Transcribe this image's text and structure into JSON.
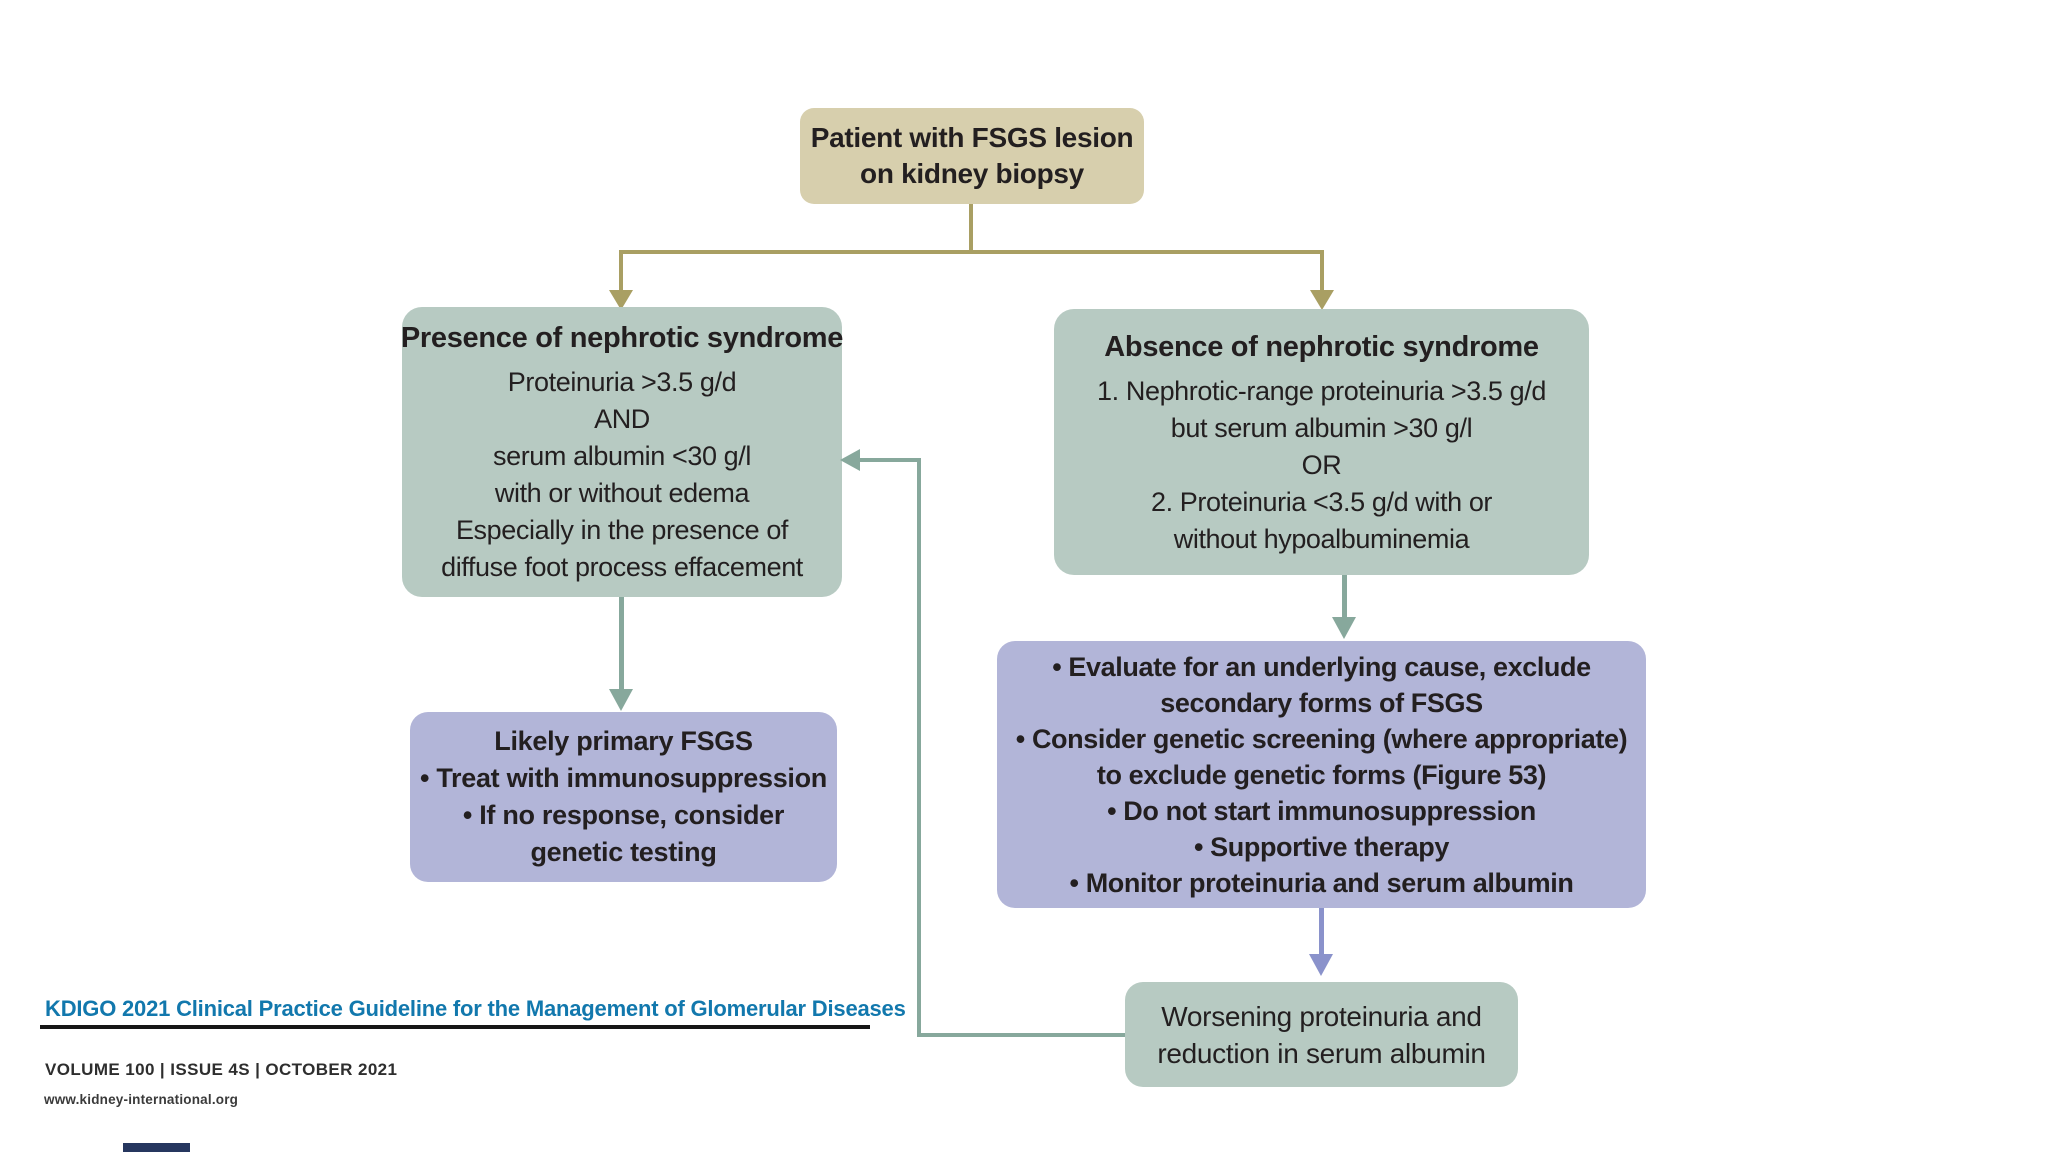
{
  "colors": {
    "background": "#ffffff",
    "root_box_fill": "#d7cfad",
    "decision_box_fill": "#b7cac2",
    "action_box_fill": "#b2b5d8",
    "tan_connector": "#a99f63",
    "teal_connector": "#87a89c",
    "purple_connector": "#8a92cb",
    "text": "#231f20",
    "footer_title_blue": "#1278ad"
  },
  "flowchart": {
    "root": {
      "lines": [
        "Patient with FSGS lesion",
        "on kidney biopsy"
      ]
    },
    "presence": {
      "title": "Presence of nephrotic syndrome",
      "lines": [
        "Proteinuria >3.5 g/d",
        "AND",
        "serum albumin <30 g/l",
        "with or without edema",
        "Especially in the presence of",
        "diffuse foot process effacement"
      ]
    },
    "absence": {
      "title": "Absence of nephrotic syndrome",
      "lines": [
        "1. Nephrotic-range proteinuria >3.5 g/d",
        "but serum albumin >30 g/l",
        "OR",
        "2. Proteinuria <3.5 g/d with or",
        "without hypoalbuminemia"
      ]
    },
    "primary": {
      "lines": [
        "Likely primary FSGS",
        "• Treat with immunosuppression",
        "• If no response, consider",
        "genetic testing"
      ]
    },
    "evaluate": {
      "lines": [
        "• Evaluate for an underlying cause, exclude",
        "secondary forms of FSGS",
        "• Consider genetic screening (where appropriate)",
        "to exclude genetic forms (Figure 53)",
        "• Do not start immunosuppression",
        "• Supportive therapy",
        "• Monitor proteinuria and serum albumin"
      ]
    },
    "worsening": {
      "lines": [
        "Worsening proteinuria and",
        "reduction in serum albumin"
      ]
    }
  },
  "footer": {
    "guideline_title": "KDIGO 2021 Clinical Practice Guideline for the Management of Glomerular Diseases",
    "volume_line": "VOLUME 100 | ISSUE 4S | OCTOBER 2021",
    "website": "www.kidney-international.org"
  }
}
